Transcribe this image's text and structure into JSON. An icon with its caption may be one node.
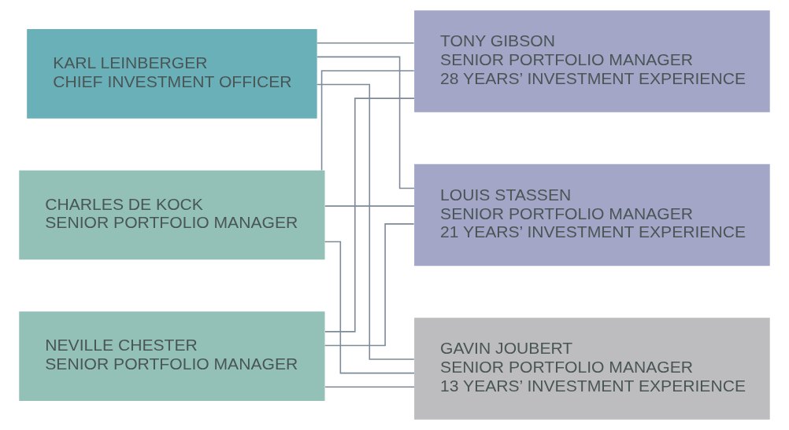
{
  "diagram": {
    "nodes": [
      {
        "text": [
          "KARL LEINBERGER",
          "CHIEF INVESTMENT OFFICER"
        ]
      },
      {
        "text": [
          "CHARLES DE KOCK",
          "SENIOR PORTFOLIO MANAGER"
        ]
      },
      {
        "text": [
          "NEVILLE CHESTER",
          "SENIOR PORTFOLIO MANAGER"
        ]
      },
      {
        "text": [
          "TONY GIBSON",
          "SENIOR PORTFOLIO MANAGER",
          "28 YEARS’ INVESTMENT EXPERIENCE"
        ]
      },
      {
        "text": [
          "LOUIS STASSEN",
          "SENIOR PORTFOLIO MANAGER",
          "21 YEARS’ INVESTMENT EXPERIENCE"
        ]
      },
      {
        "text": [
          "GAVIN JOUBERT",
          "SENIOR PORTFOLIO MANAGER",
          "13 YEARS’ INVESTMENT EXPERIENCE"
        ]
      }
    ],
    "edges": [
      {
        "from": 0,
        "to": 3,
        "arrow": "none"
      },
      {
        "from": 0,
        "to": 4,
        "arrow": "none"
      },
      {
        "from": 0,
        "to": 5,
        "arrow": "none"
      },
      {
        "from": 1,
        "to": 3,
        "arrow": "none"
      },
      {
        "from": 1,
        "to": 4,
        "arrow": "none"
      },
      {
        "from": 1,
        "to": 5,
        "arrow": "none"
      },
      {
        "from": 2,
        "to": 3,
        "arrow": "none"
      },
      {
        "from": 2,
        "to": 4,
        "arrow": "none"
      },
      {
        "from": 2,
        "to": 5,
        "arrow": "none"
      }
    ]
  }
}
